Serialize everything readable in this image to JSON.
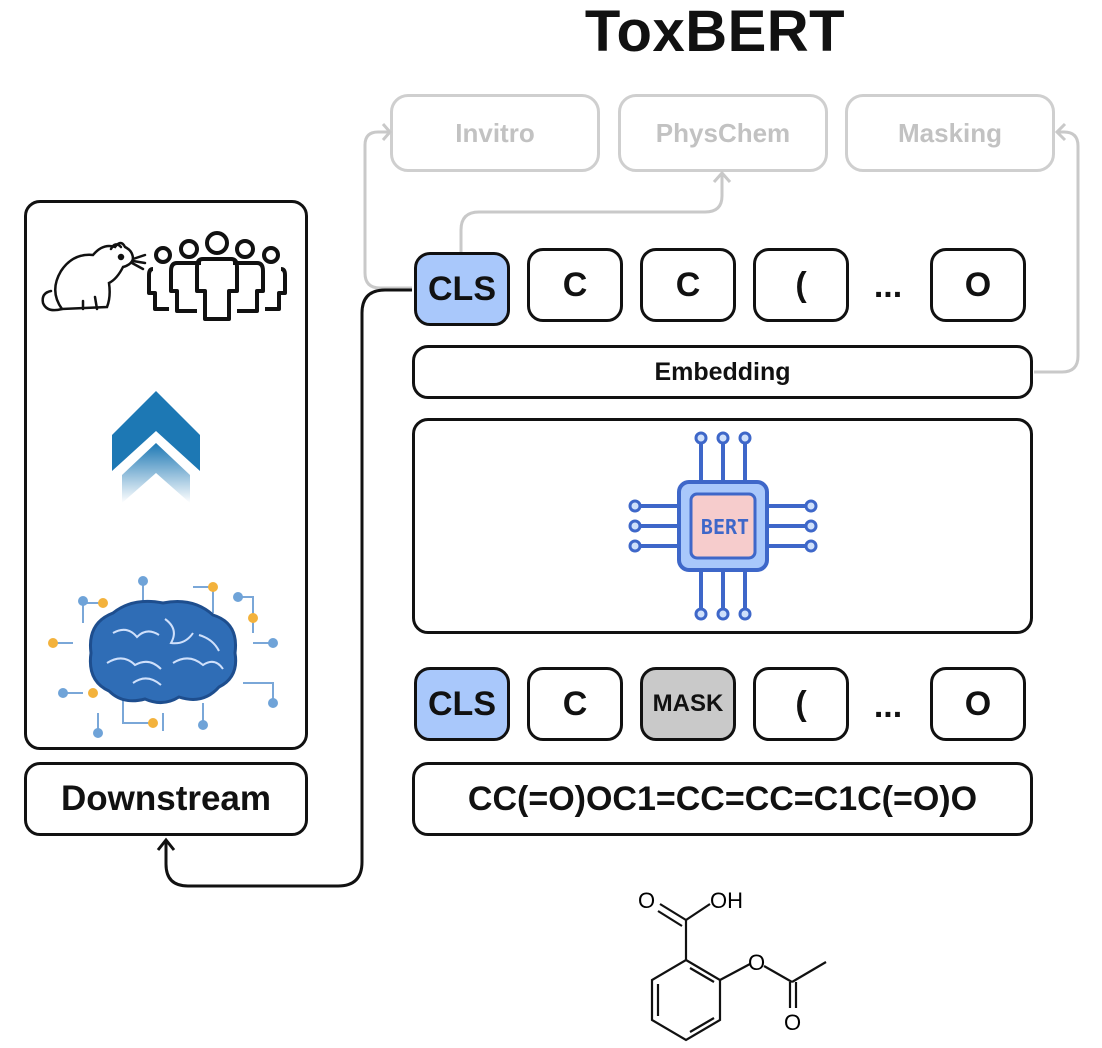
{
  "title": "ToxBERT",
  "heads": [
    "Invitro",
    "PhysChem",
    "Masking"
  ],
  "output_tokens": [
    "CLS",
    "C",
    "C",
    "(",
    "...",
    "O"
  ],
  "embedding_label": "Embedding",
  "bert_label": "BERT",
  "input_tokens": [
    "CLS",
    "C",
    "MASK",
    "(",
    "...",
    "O"
  ],
  "smiles": "CC(=O)OC1=CC=CC=C1C(=O)O",
  "downstream_label": "Downstream",
  "molecule_labels": {
    "oh": "OH",
    "o_double_top": "O",
    "o_ester": "O",
    "o_double_bottom": "O"
  },
  "colors": {
    "cls": "#a9c8fb",
    "mask": "#c9c9c9",
    "faded": "#cfcfcf",
    "chip": "#3e67c9",
    "chip_core": "#f6cccc",
    "brain": "#2f6db6",
    "chevron": "#1d78b4"
  }
}
